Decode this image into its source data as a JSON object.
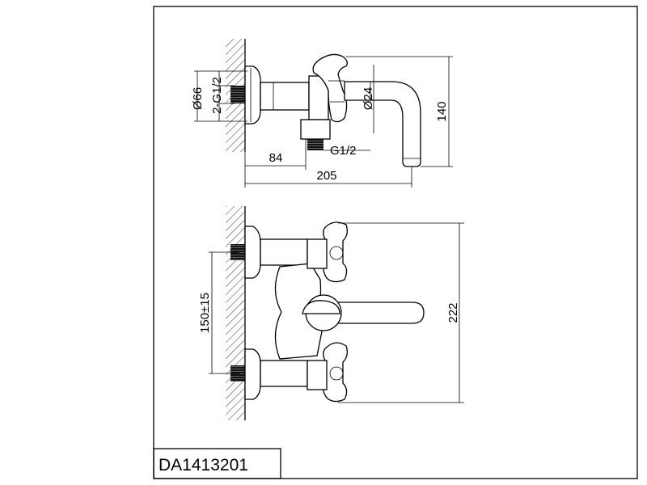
{
  "drawing": {
    "product_code": "DA1413201",
    "side_view": {
      "dim_flange_diameter": "Ø66",
      "dim_inlet_thread": "2-G1/2",
      "dim_spout_diameter": "Ø24",
      "dim_height": "140",
      "dim_outlet_thread": "G1/2",
      "dim_wall_to_body": "84",
      "dim_total_depth": "205"
    },
    "front_view": {
      "dim_center_distance": "150±15",
      "dim_total_height": "222"
    }
  }
}
